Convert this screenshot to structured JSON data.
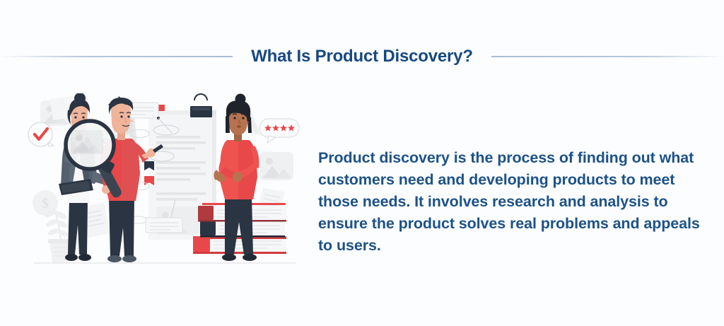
{
  "page": {
    "background_color": "#fcfdfe",
    "accent_color": "#17497e",
    "red_color": "#e8484a",
    "divider_color": "#b8c8da"
  },
  "header": {
    "title": "What Is Product Discovery?",
    "left_rule": "divider-line",
    "right_rule": "divider-line"
  },
  "main": {
    "paragraph": "Product discovery is the process of finding out what customers need and developing products to meet those needs. It involves research and analysis to ensure the product solves real problems and appeals to users."
  },
  "illustration": {
    "name": "product-discovery-illustration",
    "description": "Flat vector illustration of three people reviewing a large document with a magnifying glass",
    "elements": {
      "woman_left": "businesswoman-with-tablet",
      "man_center": "man-writing-on-document",
      "woman_right": "woman-holding-magnifying-glass",
      "document": "large-checklist-document",
      "binder_clip": "binder-clip",
      "magnifier": "magnifying-glass",
      "books": "stack-of-books",
      "plant": "potted-plant",
      "pen_nib": "pen-nib-background-icon",
      "letter_a": "letter-a-background-icon",
      "image_placeholders": "image-placeholder-icons",
      "coin": "dollar-coin-background-icon",
      "check_bubble": "checkmark-speech-bubble",
      "dollar_bubble": "dollar-sign-circle",
      "rating_bubble": "star-rating-speech-bubble"
    },
    "rating_stars": 4,
    "colors": {
      "navy": "#2b3442",
      "slate": "#55606e",
      "red": "#e8484a",
      "coral": "#ef5350",
      "dark_red": "#b03a3f",
      "skin_light": "#f0b49a",
      "skin_dark": "#b5744f",
      "paper": "#f2f3f4",
      "paper_line": "#e2e4e6"
    }
  }
}
